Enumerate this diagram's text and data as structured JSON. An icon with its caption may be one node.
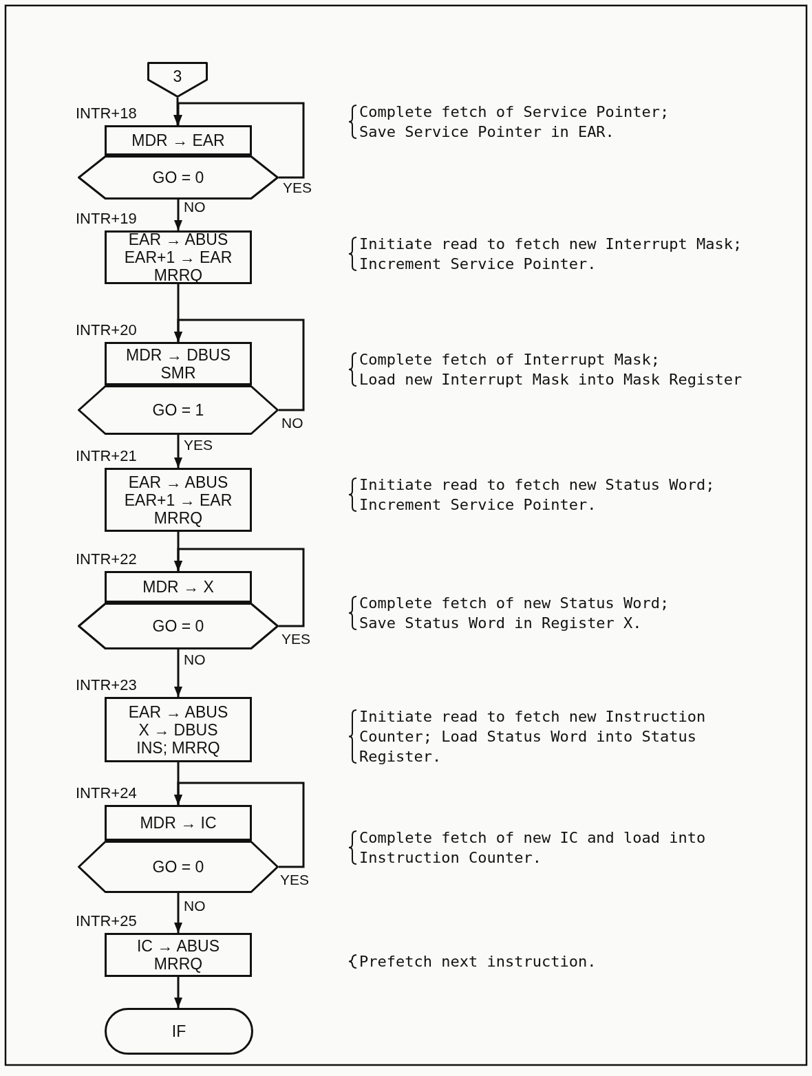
{
  "diagram": {
    "nodes": [
      {
        "text": [
          "3"
        ]
      },
      {
        "text": [
          "MDR → EAR"
        ],
        "beside": [
          "INTR+18"
        ]
      },
      {
        "text": [
          "GO = 0"
        ]
      },
      {
        "text": [
          "EAR → ABUS",
          "EAR+1 → EAR",
          "MRRQ"
        ],
        "beside": [
          "INTR+19"
        ]
      },
      {
        "text": [
          "MDR → DBUS",
          "SMR"
        ],
        "beside": [
          "INTR+20"
        ]
      },
      {
        "text": [
          "GO = 1"
        ]
      },
      {
        "text": [
          "EAR → ABUS",
          "EAR+1 → EAR",
          "MRRQ"
        ],
        "beside": [
          "INTR+21"
        ]
      },
      {
        "text": [
          "MDR → X"
        ],
        "beside": [
          "INTR+22"
        ]
      },
      {
        "text": [
          "GO = 0"
        ]
      },
      {
        "text": [
          "EAR → ABUS",
          "X → DBUS",
          "INS; MRRQ"
        ],
        "beside": [
          "INTR+23"
        ]
      },
      {
        "text": [
          "MDR → IC"
        ],
        "beside": [
          "INTR+24"
        ]
      },
      {
        "text": [
          "GO = 0"
        ]
      },
      {
        "text": [
          "IC → ABUS",
          "MRRQ"
        ],
        "beside": [
          "INTR+25"
        ]
      },
      {
        "text": [
          "IF"
        ]
      }
    ],
    "edges": [
      {
        "from": 0,
        "to": 1,
        "arrow": "to"
      },
      {
        "from": 2,
        "to": 1,
        "arrow": "to",
        "label": "YES"
      },
      {
        "from": 2,
        "to": 3,
        "arrow": "to",
        "label": "NO"
      },
      {
        "from": 3,
        "to": 4,
        "arrow": "to"
      },
      {
        "from": 5,
        "to": 4,
        "arrow": "to",
        "label": "NO"
      },
      {
        "from": 5,
        "to": 6,
        "arrow": "to",
        "label": "YES"
      },
      {
        "from": 6,
        "to": 7,
        "arrow": "to"
      },
      {
        "from": 8,
        "to": 7,
        "arrow": "to",
        "label": "YES"
      },
      {
        "from": 8,
        "to": 9,
        "arrow": "to",
        "label": "NO"
      },
      {
        "from": 9,
        "to": 10,
        "arrow": "to"
      },
      {
        "from": 11,
        "to": 10,
        "arrow": "to",
        "label": "YES"
      },
      {
        "from": 11,
        "to": 12,
        "arrow": "to",
        "label": "NO"
      },
      {
        "from": 12,
        "to": 13,
        "arrow": "to"
      }
    ],
    "labels": [
      "Complete fetch of Service Pointer;",
      "Save Service Pointer in EAR.",
      "Initiate read to fetch new Interrupt Mask;",
      "Increment Service Pointer.",
      "Complete fetch of Interrupt Mask;",
      "Load new Interrupt Mask into Mask Register",
      "Initiate read to fetch new Status Word;",
      "Increment Service Pointer.",
      "Complete fetch of new Status Word;",
      "Save Status Word in Register X.",
      "Initiate read to fetch new Instruction Counter; Load Status Word into Status Register.",
      "Complete fetch of new IC and load into Instruction Counter.",
      "Prefetch next instruction."
    ]
  }
}
